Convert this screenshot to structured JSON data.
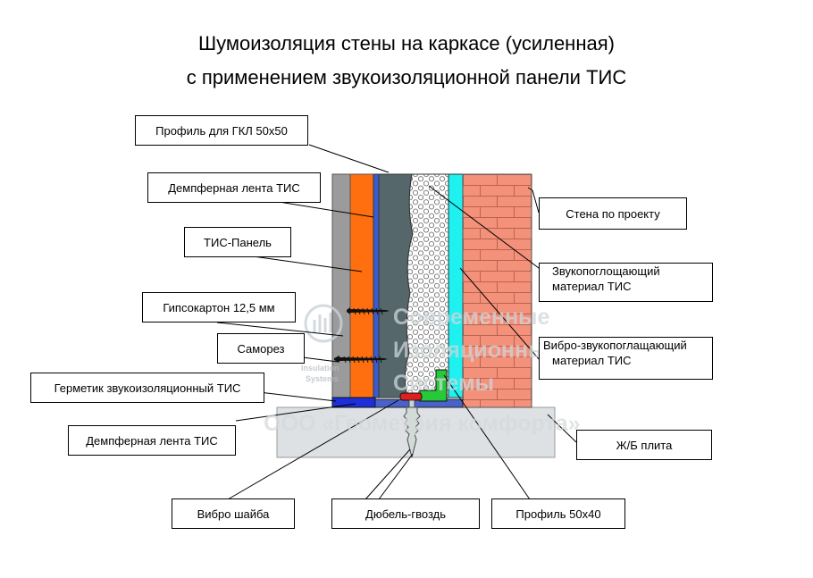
{
  "title": {
    "line1": "Шумоизоляция стены на каркасе (усиленная)",
    "line2": "с применением звукоизоляционной панели ТИС"
  },
  "labels": {
    "profile_gkl": "Профиль для ГКЛ 50х50",
    "damper_top": "Демпферная лента ТИС",
    "tis_panel": "ТИС-Панель",
    "drywall": "Гипсокартон 12,5 мм",
    "screw": "Саморез",
    "sealant": "Герметик звукоизоляционный ТИС",
    "damper_bottom": "Демпферная лента ТИС",
    "wall": "Стена по проекту",
    "absorb_1": "Звукопоглощающий",
    "absorb_2": "материал ТИС",
    "vibro_1": "Вибро-звукопоглащающий",
    "vibro_2": "материал ТИС",
    "slab": "Ж/Б плита",
    "washer": "Вибро шайба",
    "dowel": "Дюбель-гвоздь",
    "profile_50x40": "Профиль 50х40"
  },
  "watermark": {
    "line1": "Современные",
    "line2": "Изоляционные",
    "line3": "Системы",
    "company": "ООО «Геометрия комфорта»",
    "logo_1": "Insulation",
    "logo_2": "Systems"
  },
  "colors": {
    "drywall": "#9b9b9b",
    "damper": "#2845a8",
    "tis_panel": "#ff6f0f",
    "profile": "#5a6a6a",
    "vibro_layer": "#1ff0f0",
    "brick": "#f4917a",
    "slab": "#dde1e4",
    "washer": "#e02020",
    "profile_50x40": "#27c93a",
    "sealant": "#1c2fd8"
  }
}
